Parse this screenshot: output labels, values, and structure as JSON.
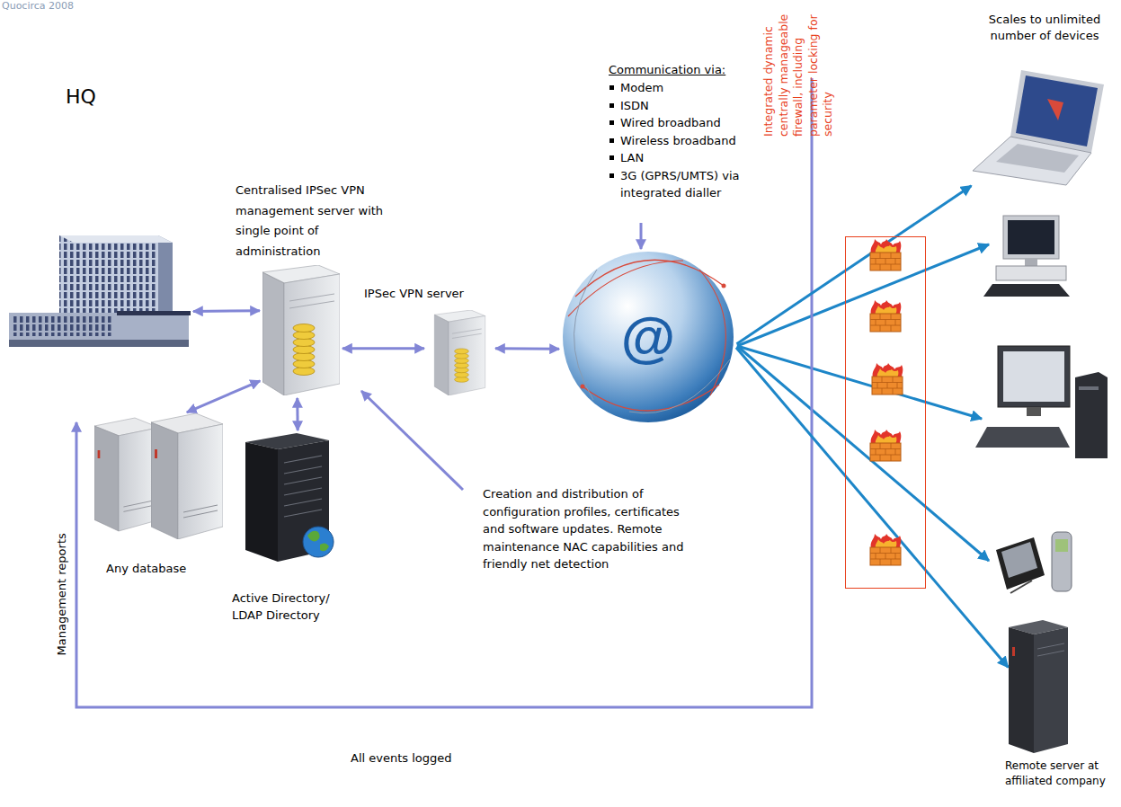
{
  "diagram": {
    "nodes": [
      {
        "text": [
          "HQ"
        ]
      },
      {
        "text": [
          "Centralised IPSec VPN management server with single point of administration"
        ]
      },
      {
        "text": [
          "IPSec VPN server"
        ]
      },
      {
        "text": [
          "@"
        ]
      },
      {
        "text": [
          "Any database"
        ]
      },
      {
        "text": [
          "Active Directory/ LDAP Directory"
        ]
      },
      {
        "text": [
          "Integrated dynamic centrally manageable firewall, including parameter locking for security"
        ]
      },
      {
        "text": [
          "Scales to unlimited number of devices"
        ]
      },
      {
        "text": [
          "Remote server at affiliated company"
        ]
      }
    ],
    "edges": [
      {
        "from": 0,
        "to": 1,
        "arrow": "both"
      },
      {
        "from": 1,
        "to": 2,
        "arrow": "both"
      },
      {
        "from": 2,
        "to": 3,
        "arrow": "both"
      },
      {
        "from": 1,
        "to": 4,
        "arrow": "both"
      },
      {
        "from": 1,
        "to": 5,
        "arrow": "both"
      },
      {
        "from": 3,
        "to": 7,
        "arrow": "to"
      },
      {
        "from": 3,
        "to": 8,
        "arrow": "to"
      }
    ],
    "labels": [
      "Quocirca 2008",
      "Communication via:",
      "Modem",
      "ISDN",
      "Wired broadband",
      "Wireless broadband",
      "LAN",
      "3G (GPRS/UMTS) via integrated dialler",
      "Creation and distribution of configuration profiles, certificates and software updates. Remote maintenance NAC capabilities and friendly net detection",
      "Management reports",
      "All events logged"
    ]
  }
}
